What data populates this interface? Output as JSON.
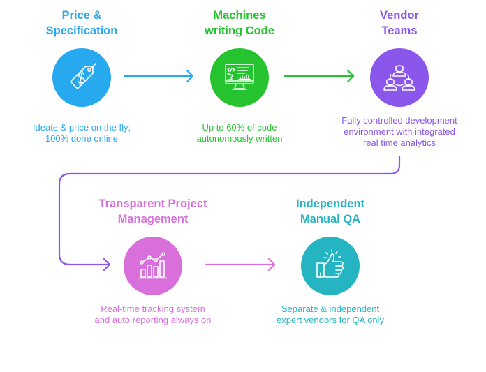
{
  "diagram": {
    "steps": [
      {
        "id": "price",
        "title": "Price &\nSpecification",
        "description": "Ideate & price on the fly;\n100% done online",
        "icon": "price-tag-dollar-icon",
        "color": "#27a9f0"
      },
      {
        "id": "code",
        "title": "Machines\nwriting Code",
        "description": "Up to 60% of code\nautonomously written",
        "icon": "computer-monitor-code-icon",
        "color": "#26c331"
      },
      {
        "id": "vendor",
        "title": "Vendor\nTeams",
        "description": "Fully controlled development\nenvironment with integrated\nreal time analytics",
        "icon": "team-people-icon",
        "color": "#8a56ec"
      },
      {
        "id": "pm",
        "title": "Transparent Project\nManagement",
        "description": "Real-time tracking system\nand auto reporting always on",
        "icon": "bar-chart-trend-icon",
        "color": "#d86fda"
      },
      {
        "id": "qa",
        "title": "Independent\nManual QA",
        "description": "Separate & independent\nexpert vendors for QA only",
        "icon": "thumbs-up-icon",
        "color": "#25b4c2"
      }
    ],
    "connectors": [
      {
        "from": "price",
        "to": "code",
        "color": "#27a9f0"
      },
      {
        "from": "code",
        "to": "vendor",
        "color": "#26c331"
      },
      {
        "from": "vendor",
        "to": "pm",
        "color": "#8a56ec"
      },
      {
        "from": "pm",
        "to": "qa",
        "color": "#d86fda"
      }
    ]
  }
}
